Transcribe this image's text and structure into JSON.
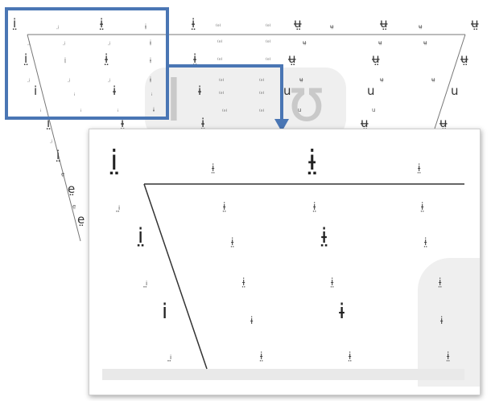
{
  "background_chart": {
    "rows": [
      {
        "left": "i̤",
        "cells": [
          "i̤",
          "ᵢ̤",
          "ɨ̤",
          "ɨ̤",
          "⁽ᵒ⁾",
          "⁽ᵒ⁾",
          "ʉ̤",
          "ʉ̤",
          "ʉ̤"
        ]
      },
      {
        "left": "i̤",
        "cells": [
          "ᵢ̤",
          "i̤",
          "ᵢ̤",
          "ɨ̤",
          "⁽ᵒ⁾",
          "⁽ᵒ⁾",
          "ʉ̤",
          "ʉ̤",
          "ʉ̤"
        ]
      },
      {
        "left": "i",
        "cells": [
          "i",
          "i",
          "ɨ",
          "⁽ᵒ⁾",
          "⁽ᵒ⁾",
          "u",
          "u",
          "u",
          "u"
        ]
      },
      {
        "left": "i",
        "cells": [
          "ᵢ",
          "i",
          "ᵢ",
          "ɨ",
          "⁽ᵒ⁾",
          "⁽ᵒ⁾",
          "u",
          "u",
          "u"
        ]
      },
      {
        "left": "e̤",
        "cells": [
          "e̤",
          "e̤"
        ]
      }
    ],
    "ghost_letters": [
      "I",
      "ʊ"
    ]
  },
  "inset": {
    "glyphs": {
      "top_big": "i̤",
      "top_mid": "ɨ̤",
      "top_right": "ɨ̤",
      "top_small": "ɨ̤",
      "r2_left": "ᵢ̤",
      "r2_a": "ɨ̤",
      "r2_b": "ɨ̤",
      "r2_c": "ɨ̤",
      "r3_left": "i̤",
      "r3_a": "ɨ̤",
      "r3_b": "ɨ̤",
      "r3_c": "ɨ̤",
      "r4_left": "ᵢ̤",
      "r4_a": "ɨ̤",
      "r4_b": "ɨ̤",
      "r4_c": "ɨ̤",
      "r5_left": "i",
      "r5_a": "ɨ",
      "r5_b": "ɨ",
      "r5_c": "ɨ",
      "r6_left": "ᵢ̤",
      "r6_a": "ɨ̤",
      "r6_b": "ɨ̤",
      "r6_c": "ɨ̤"
    }
  },
  "colors": {
    "zoom_frame": "#4a76b4",
    "ghost": "#c9c9c9",
    "shade": "#efefef"
  }
}
